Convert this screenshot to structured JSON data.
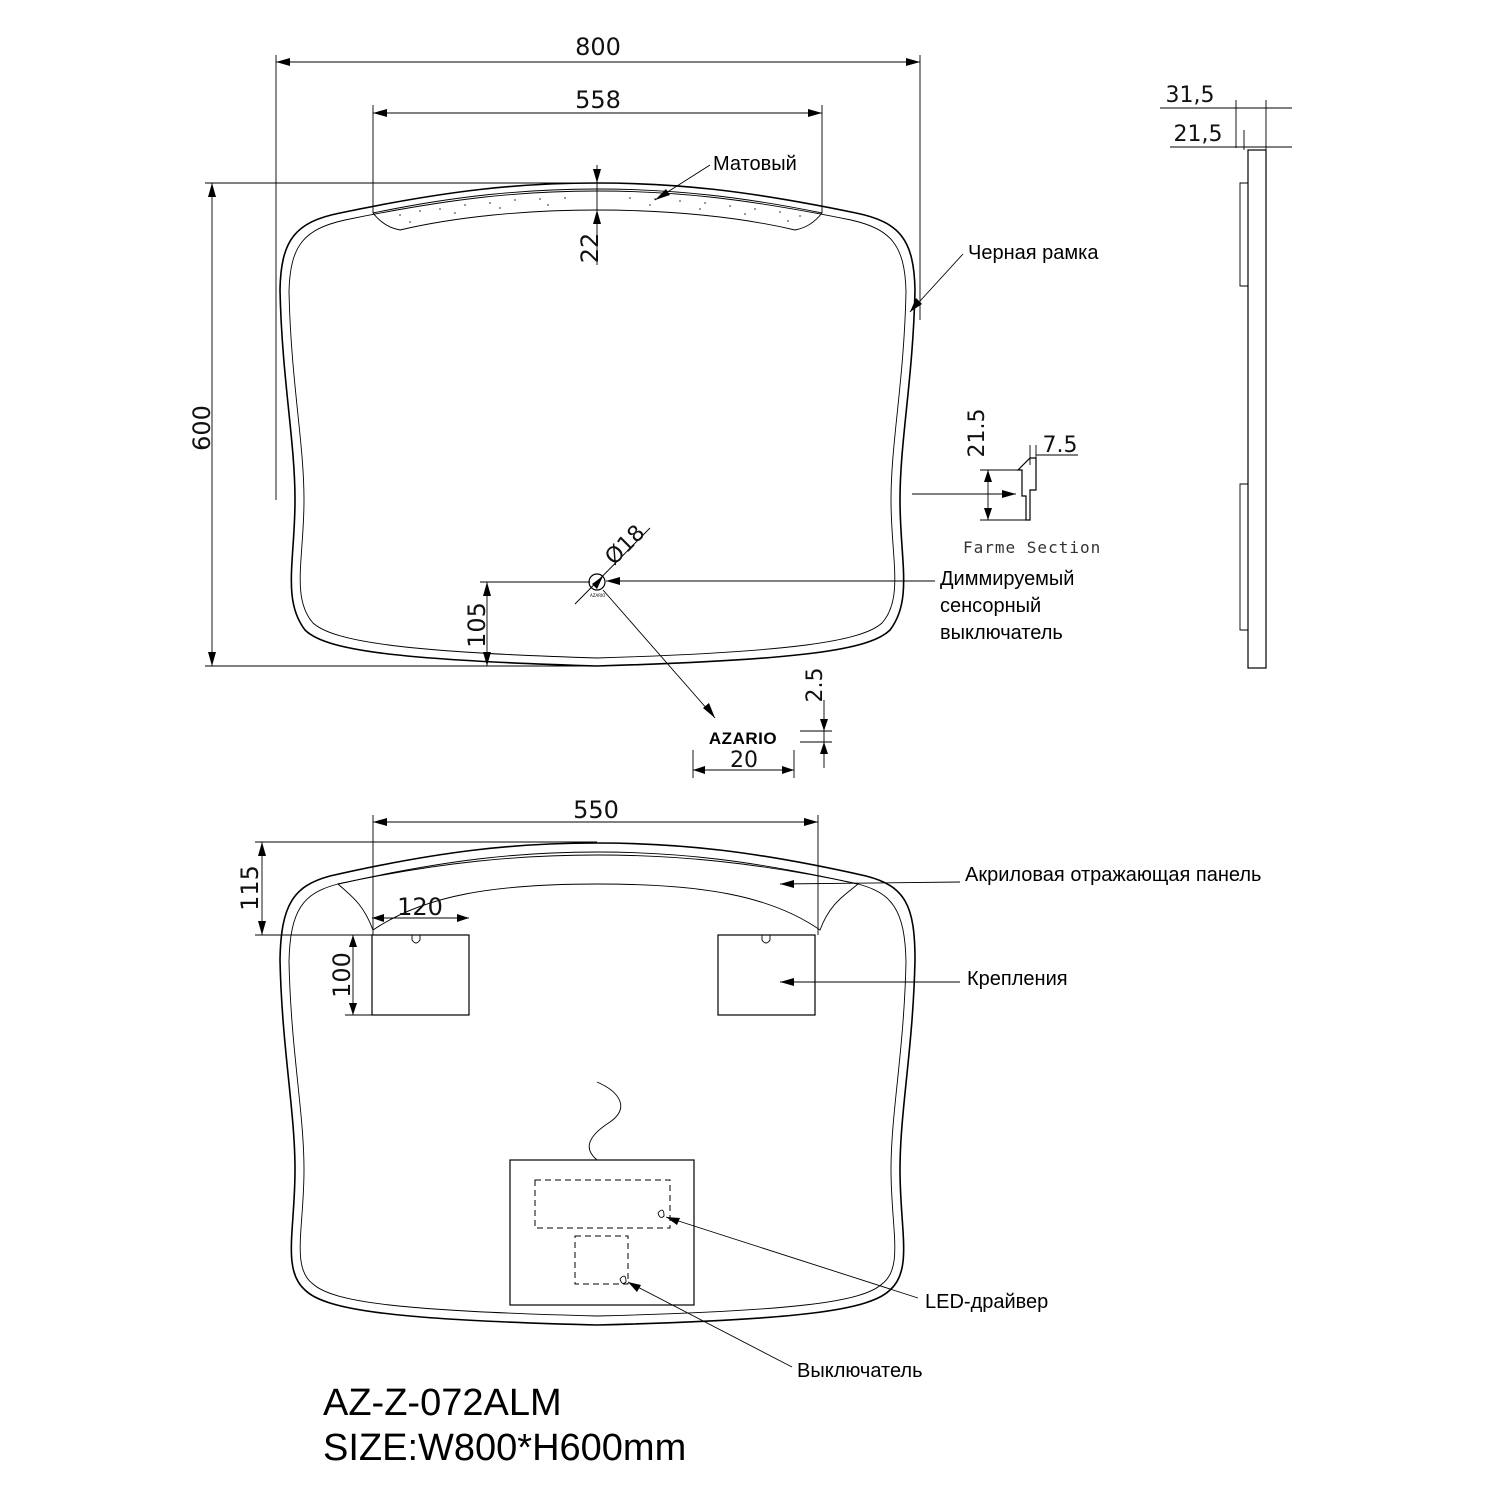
{
  "front_view": {
    "dim_width": "800",
    "dim_matte_width": "558",
    "dim_height": "600",
    "dim_matte_depth": "22",
    "dim_switch_height": "105",
    "dim_switch_diameter": "Ø18",
    "label_matte": "Матовый",
    "label_black_frame": "Черная рамка",
    "label_dimmer": [
      "Диммируемый",
      "сенсорный",
      "выключатель"
    ]
  },
  "logo": {
    "brand": "AZARIO",
    "dim_logo_width": "20",
    "dim_logo_height": "2.5"
  },
  "frame_section": {
    "label": "Farme Section",
    "dim_height": "21.5",
    "dim_width": "7.5"
  },
  "side_view": {
    "dim_total_depth": "31,5",
    "dim_frame_depth": "21,5"
  },
  "rear_view": {
    "dim_bracket_span": "550",
    "dim_top_offset": "115",
    "dim_bracket_width": "120",
    "dim_bracket_height": "100",
    "label_acrylic": "Акриловая отражающая панель",
    "label_brackets": "Крепления",
    "label_led_driver": "LED-драйвер",
    "label_switch": "Выключатель"
  },
  "product": {
    "model": "AZ-Z-072ALM",
    "size": "SIZE:W800*H600mm"
  }
}
